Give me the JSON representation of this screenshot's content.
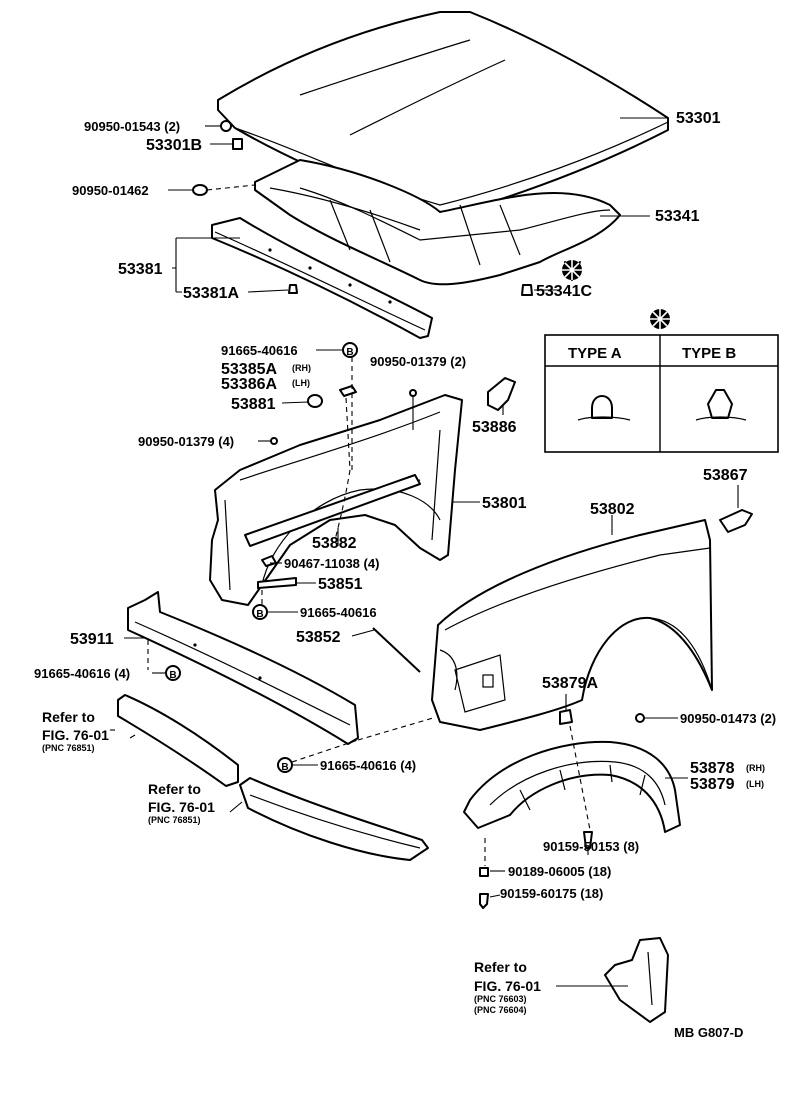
{
  "diagram": {
    "labels": {
      "p53301": "53301",
      "p90950_01543": "90950-01543 (2)",
      "p53301B": "53301B",
      "p90950_01462": "90950-01462",
      "p53341": "53341",
      "p53381": "53381",
      "p53381A": "53381A",
      "p53341C": "53341C",
      "p91665_40616a": "91665-40616",
      "p53385A": "53385A",
      "rh1": "(RH)",
      "p53386A": "53386A",
      "lh1": "(LH)",
      "p53881": "53881",
      "p90950_01379a": "90950-01379 (2)",
      "p53886": "53886",
      "p90950_01379b": "90950-01379 (4)",
      "p53801": "53801",
      "p53882": "53882",
      "p90467_11038": "90467-11038 (4)",
      "p53851": "53851",
      "p91665_40616b": "91665-40616",
      "p53852": "53852",
      "p53911": "53911",
      "p91665_40616c": "91665-40616 (4)",
      "p91665_40616d": "91665-40616 (4)",
      "p53802": "53802",
      "p53867": "53867",
      "p53879A": "53879A",
      "p90950_01473": "90950-01473 (2)",
      "p53878": "53878",
      "rh2": "(RH)",
      "p53879": "53879",
      "lh2": "(LH)",
      "p90159_50153": "90159-50153 (8)",
      "p90189_06005": "90189-06005 (18)",
      "p90159_60175": "90159-60175 (18)",
      "mb": "MB  G807-D"
    },
    "references": [
      {
        "line1": "Refer to",
        "line2": "FIG. 76-01",
        "line3": "(PNC 76851)"
      },
      {
        "line1": "Refer to",
        "line2": "FIG. 76-01",
        "line3": "(PNC 76851)"
      },
      {
        "line1": "Refer to",
        "line2": "FIG. 76-01",
        "line3": "(PNC 76603)",
        "line4": "(PNC 76604)"
      }
    ],
    "inset": {
      "symbol": "✱",
      "type_a": "TYPE  A",
      "type_b": "TYPE  B"
    }
  }
}
